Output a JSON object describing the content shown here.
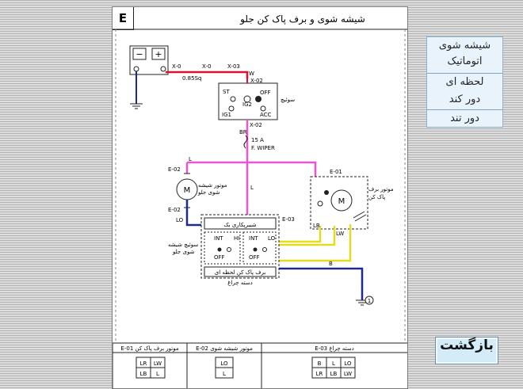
{
  "diagram": {
    "letter": "E",
    "title": "شیشه شوی و برف پاک کن جلو",
    "wires": {
      "x0a": "X-0",
      "x0b": "X-0",
      "x03": "X-03",
      "w": "W",
      "gauge": "0.85Sq",
      "x02_top": "X-02",
      "x02_bot": "X-02",
      "br": "BR",
      "fuse_amp": "15 A",
      "fuse_name": "F. WIPER",
      "l_left": "L",
      "l_mid": "L",
      "lo": "LO",
      "lb": "LB",
      "lw": "LW",
      "b": "B"
    },
    "switch": {
      "title": "سوئیچ",
      "st": "ST",
      "ig2": "IG2",
      "off": "OFF",
      "ig1": "IG1",
      "acc": "ACC"
    },
    "connectors": {
      "e02_top": "E-02",
      "e02_bot": "E-02",
      "e01": "E-01",
      "e03": "E-03"
    },
    "washer_motor": {
      "label_line1": "موتور شیشه",
      "label_line2": "شوی جلو",
      "symbol": "M"
    },
    "wiper_motor": {
      "label_line1": "موتور برف",
      "label_line2": "پاک کن",
      "symbol": "M"
    },
    "combo_switch": {
      "wiper_label": "شیبرپکاری بک",
      "int": "INT",
      "hi": "HI",
      "lo": "LO",
      "off1": "OFF",
      "off2": "OFF",
      "int2": "INT",
      "washer_label_line1": "سوئیچ شیشه",
      "washer_label_line2": "شوی جلو",
      "momentary_label": "برف پاک کن لحظه ای",
      "lever_label": "دسته چراغ"
    },
    "ground": {
      "number": "1"
    },
    "connector_table": {
      "e01": {
        "title": "E-01 موتور برف پاک کن",
        "cells": [
          "LR",
          "LW",
          "LB",
          "L"
        ]
      },
      "e02": {
        "title": "E-02 موتور شیشه شوی",
        "cells": [
          "LO",
          "L"
        ]
      },
      "e03": {
        "title": "E-03 دسته چراغ",
        "cells": [
          "B",
          "L",
          "LO",
          "LR",
          "LB",
          "LW"
        ]
      }
    }
  },
  "menu": {
    "items": [
      {
        "label": "شیشه شوی"
      },
      {
        "label": "اتوماتیک"
      },
      {
        "label": "لحظه ای"
      },
      {
        "label": "دور کند"
      },
      {
        "label": "دور تند"
      }
    ]
  },
  "back_button": {
    "label": "بازگشت"
  },
  "colors": {
    "red_wire": "#e0102a",
    "pink_wire": "#ee55cc",
    "yellow_wire": "#e6dc1e",
    "blue_wire": "#1c2a8c",
    "background": "#c6c6c6",
    "menu_bg": "#e9f3fb"
  }
}
